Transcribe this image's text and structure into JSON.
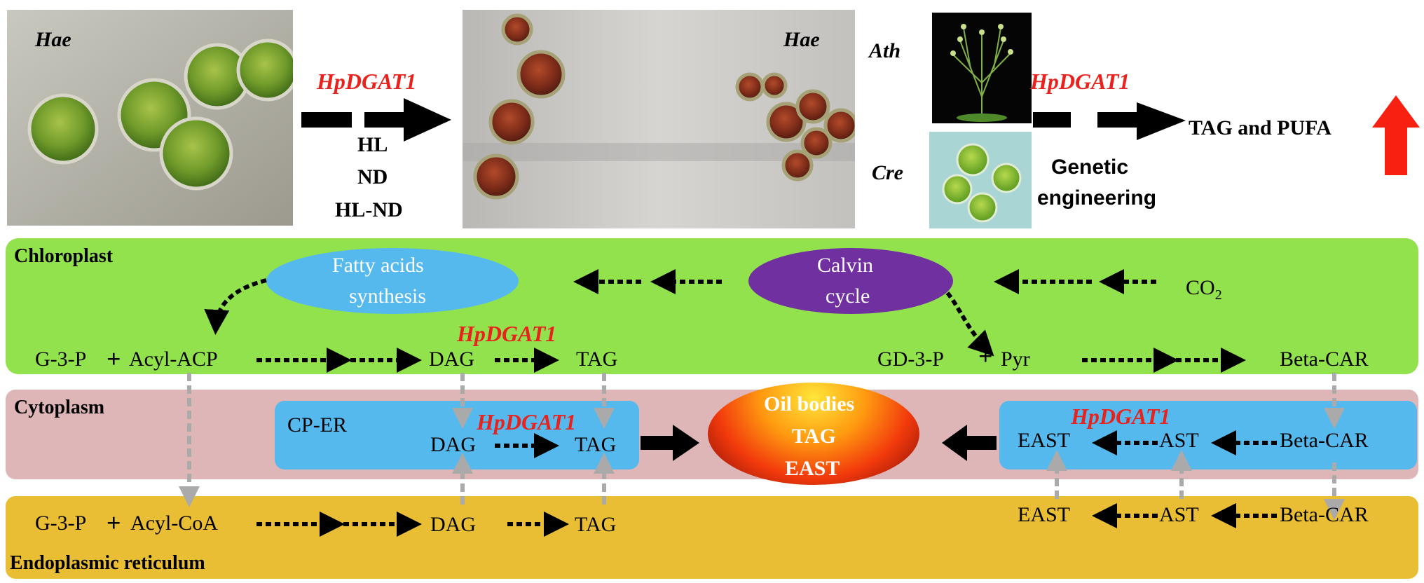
{
  "colors": {
    "chloroplast": "#92e24e",
    "cytoplasm": "#dfb6b8",
    "er": "#e9bd34",
    "box_blue": "#55b9ee",
    "calvin": "#7030a0",
    "fatty": "#55b9ee",
    "gene_red": "#e8231e",
    "arrow_gray": "#aaaaaa",
    "up_arrow": "#f82010"
  },
  "top": {
    "hae_left": "Hae",
    "hae_right": "Hae",
    "gene_left": "HpDGAT1",
    "conditions": [
      "HL",
      "ND",
      "HL-ND"
    ],
    "ath": "Ath",
    "cre": "Cre",
    "gene_right": "HpDGAT1",
    "genetic": "Genetic",
    "engineering": "engineering",
    "result": "TAG and PUFA"
  },
  "chloroplast": {
    "label": "Chloroplast",
    "fatty_line1": "Fatty acids",
    "fatty_line2": "synthesis",
    "calvin_line1": "Calvin",
    "calvin_line2": "cycle",
    "co2": "CO",
    "co2_sub": "2",
    "gene": "HpDGAT1",
    "g3p": "G-3-P",
    "plus": "+",
    "acyl_acp": "Acyl-ACP",
    "dag": "DAG",
    "tag": "TAG",
    "gd3p": "GD-3-P",
    "pyr": "Pyr",
    "beta_car": "Beta-CAR"
  },
  "cytoplasm": {
    "label": "Cytoplasm",
    "cp_er": "CP-ER",
    "gene_left": "HpDGAT1",
    "dag": "DAG",
    "tag": "TAG",
    "oil_line1": "Oil bodies",
    "oil_line2": "TAG",
    "oil_line3": "EAST",
    "gene_right": "HpDGAT1",
    "east": "EAST",
    "ast": "AST",
    "beta_car": "Beta-CAR"
  },
  "er": {
    "label": "Endoplasmic reticulum",
    "g3p": "G-3-P",
    "plus": "+",
    "acyl_coa": "Acyl-CoA",
    "dag": "DAG",
    "tag": "TAG",
    "east": "EAST",
    "ast": "AST",
    "beta_car": "Beta-CAR"
  }
}
